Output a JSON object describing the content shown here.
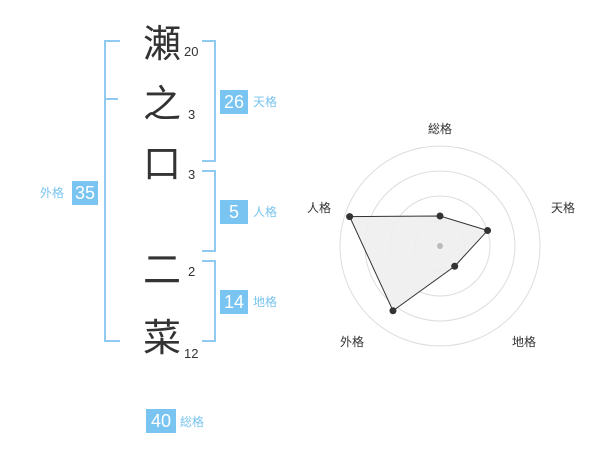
{
  "name": {
    "chars": [
      {
        "char": "瀬",
        "strokes": "20"
      },
      {
        "char": "之",
        "strokes": "3"
      },
      {
        "char": "口",
        "strokes": "3"
      },
      {
        "char": "二",
        "strokes": "2"
      },
      {
        "char": "菜",
        "strokes": "12"
      }
    ]
  },
  "fortune": {
    "tenkaku": {
      "value": "26",
      "label": "天格"
    },
    "jinkaku": {
      "value": "5",
      "label": "人格"
    },
    "chikaku": {
      "value": "14",
      "label": "地格"
    },
    "gaikaku": {
      "value": "35",
      "label": "外格"
    },
    "soukaku": {
      "value": "40",
      "label": "総格"
    }
  },
  "radar": {
    "labels": [
      "総格",
      "天格",
      "地格",
      "外格",
      "人格"
    ],
    "values": [
      0.3,
      0.5,
      0.25,
      0.8,
      0.95
    ],
    "colors": {
      "fill": "#eeeeee",
      "stroke": "#333333",
      "ring": "#dddddd",
      "center": "#bbbbbb"
    }
  },
  "colors": {
    "accent": "#79c4f0",
    "bracket": "#8fcaf2"
  }
}
